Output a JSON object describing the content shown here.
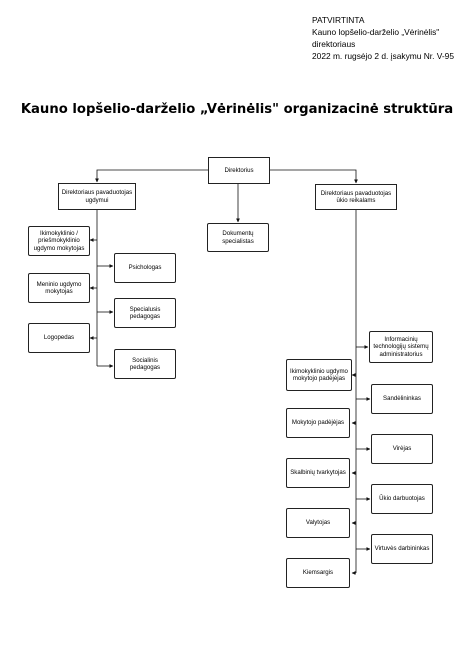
{
  "approval": {
    "line1": "PATVIRTINTA",
    "line2": "Kauno lopšelio-darželio „Vėrinėlis\"",
    "line3": "direktoriaus",
    "line4": "2022 m. rugsėjo 2 d. įsakymu Nr. V-95"
  },
  "title": "Kauno lopšelio-darželio „Vėrinėlis\" organizacinė struktūra",
  "nodes": {
    "director": "Direktorius",
    "deputy_education": "Direktoriaus pavaduotojas ugdymui",
    "document_specialist": "Dokumentų specialistas",
    "deputy_household": "Direktoriaus pavaduotojas ūkio reikalams",
    "preschool_teacher": "Ikimokyklinio / priešmokyklinio ugdymo mokytojas",
    "psychologist": "Psichologas",
    "music_teacher": "Meninio ugdymo mokytojas",
    "special_pedagogue": "Specialusis pedagogas",
    "speech_therapist": "Logopedas",
    "social_pedagogue": "Socialinis pedagogas",
    "it_administrator": "Informacinių technologijų sistemų administratorius",
    "teacher_assistant_preschool": "Ikimokyklinio ugdymo mokytojo padėjėjas",
    "storekeeper": "Sandėlininkas",
    "teacher_assistant": "Mokytojo padėjėjas",
    "cook": "Virėjas",
    "laundry_worker": "Skalbinių tvarkytojas",
    "maintenance_worker": "Ūkio darbuotojas",
    "cleaner": "Valytojas",
    "kitchen_worker": "Virtuvės darbininkas",
    "yard_keeper": "Kiemsargis"
  }
}
